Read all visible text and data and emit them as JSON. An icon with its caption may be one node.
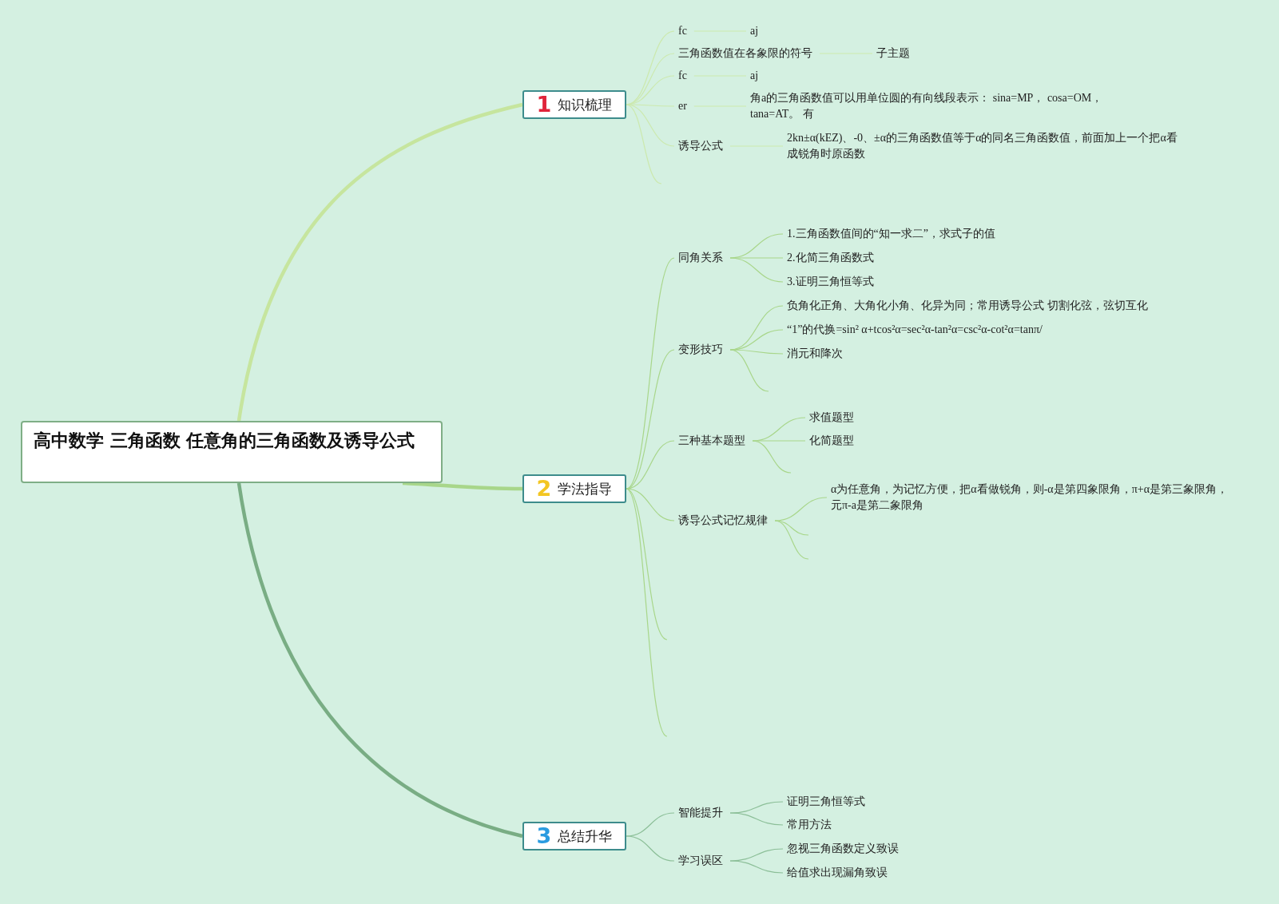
{
  "diagram": {
    "nodes": [
      {
        "text": [
          "高中数学 三角函数 任意角的三角函数及诱导公式"
        ]
      },
      {
        "text": [
          "1",
          "知识梳理"
        ]
      },
      {
        "text": [
          "fc"
        ]
      },
      {
        "text": [
          "aj"
        ]
      },
      {
        "text": [
          "三角函数值在各象限的符号"
        ]
      },
      {
        "text": [
          "子主题"
        ]
      },
      {
        "text": [
          "fc"
        ]
      },
      {
        "text": [
          "aj"
        ]
      },
      {
        "text": [
          "er"
        ]
      },
      {
        "text": [
          "角a的三角函数值可以用单位圆的有向线段表示： sina=MP， cosa=OM，tana=AT。 有"
        ]
      },
      {
        "text": [
          "诱导公式"
        ]
      },
      {
        "text": [
          "2kn±α(kEZ)、-0、±α的三角函数值等于α的同名三角函数值，前面加上一个把α看成锐角时原函数"
        ]
      },
      {
        "text": [
          "2",
          "学法指导"
        ]
      },
      {
        "text": [
          "同角关系"
        ]
      },
      {
        "text": [
          "1.三角函数值间的“知一求二”，求式子的值"
        ]
      },
      {
        "text": [
          "2.化简三角函数式"
        ]
      },
      {
        "text": [
          "3.证明三角恒等式"
        ]
      },
      {
        "text": [
          "变形技巧"
        ]
      },
      {
        "text": [
          "负角化正角、大角化小角、化异为同；常用诱导公式 切割化弦，弦切互化"
        ]
      },
      {
        "text": [
          "“1”的代换=sin² α+tcos²α=sec²α-tan²α=csc²α-cot²α=tanπ/"
        ]
      },
      {
        "text": [
          "消元和降次"
        ]
      },
      {
        "text": [
          "三种基本题型"
        ]
      },
      {
        "text": [
          "求值题型"
        ]
      },
      {
        "text": [
          "化简题型"
        ]
      },
      {
        "text": [
          "诱导公式记忆规律"
        ]
      },
      {
        "text": [
          "α为任意角，为记忆方便，把α看做锐角，则-α是第四象限角，π+α是第三象限角，元π-a是第二象限角"
        ]
      },
      {
        "text": [
          "3",
          "总结升华"
        ]
      },
      {
        "text": [
          "智能提升"
        ]
      },
      {
        "text": [
          "证明三角恒等式"
        ]
      },
      {
        "text": [
          "常用方法"
        ]
      },
      {
        "text": [
          "学习误区"
        ]
      },
      {
        "text": [
          "忽视三角函数定义致误"
        ]
      },
      {
        "text": [
          "给值求出现漏角致误"
        ]
      }
    ],
    "edges": [
      {
        "from": 0,
        "to": 1,
        "arrow": "none",
        "style": "thick",
        "color": "#c6e59e"
      },
      {
        "from": 0,
        "to": 12,
        "arrow": "none",
        "style": "thick"
      },
      {
        "from": 0,
        "to": 26,
        "arrow": "none",
        "style": "thick",
        "color": "#79ad84"
      },
      {
        "from": 1,
        "to": 2,
        "arrow": "none",
        "color": "#cce9ae"
      },
      {
        "from": 2,
        "to": 3,
        "arrow": "none",
        "color": "#cce9ae"
      },
      {
        "from": 1,
        "to": 4,
        "arrow": "none",
        "color": "#cce9ae"
      },
      {
        "from": 4,
        "to": 5,
        "arrow": "none",
        "color": "#cce9ae"
      },
      {
        "from": 1,
        "to": 6,
        "arrow": "none",
        "color": "#cce9ae"
      },
      {
        "from": 6,
        "to": 7,
        "arrow": "none",
        "color": "#cce9ae"
      },
      {
        "from": 1,
        "to": 8,
        "arrow": "none",
        "color": "#cce9ae"
      },
      {
        "from": 8,
        "to": 9,
        "arrow": "none",
        "color": "#cce9ae"
      },
      {
        "from": 1,
        "to": 10,
        "arrow": "none",
        "color": "#cce9ae"
      },
      {
        "from": 10,
        "to": 11,
        "arrow": "none",
        "color": "#cce9ae"
      },
      {
        "from": 1,
        "to": null,
        "arrow": "none",
        "color": "#cce9ae"
      },
      {
        "from": 12,
        "to": 13,
        "arrow": "none"
      },
      {
        "from": 13,
        "to": 14,
        "arrow": "none"
      },
      {
        "from": 13,
        "to": 15,
        "arrow": "none"
      },
      {
        "from": 13,
        "to": 16,
        "arrow": "none"
      },
      {
        "from": 12,
        "to": 17,
        "arrow": "none"
      },
      {
        "from": 17,
        "to": 18,
        "arrow": "none"
      },
      {
        "from": 17,
        "to": 19,
        "arrow": "none"
      },
      {
        "from": 17,
        "to": 20,
        "arrow": "none"
      },
      {
        "from": 17,
        "to": null,
        "arrow": "none"
      },
      {
        "from": 12,
        "to": 21,
        "arrow": "none"
      },
      {
        "from": 21,
        "to": 22,
        "arrow": "none"
      },
      {
        "from": 21,
        "to": 23,
        "arrow": "none"
      },
      {
        "from": 21,
        "to": null,
        "arrow": "none"
      },
      {
        "from": 12,
        "to": 24,
        "arrow": "none"
      },
      {
        "from": 24,
        "to": 25,
        "arrow": "none"
      },
      {
        "from": 24,
        "to": null,
        "arrow": "none"
      },
      {
        "from": 24,
        "to": null,
        "arrow": "none"
      },
      {
        "from": 12,
        "to": null,
        "arrow": "none"
      },
      {
        "from": 12,
        "to": null,
        "arrow": "none"
      },
      {
        "from": 26,
        "to": 27,
        "arrow": "none",
        "color": "#8cbf98"
      },
      {
        "from": 27,
        "to": 28,
        "arrow": "none",
        "color": "#8cbf98"
      },
      {
        "from": 27,
        "to": 29,
        "arrow": "none",
        "color": "#8cbf98"
      },
      {
        "from": 26,
        "to": 30,
        "arrow": "none",
        "color": "#8cbf98"
      },
      {
        "from": 30,
        "to": 31,
        "arrow": "none",
        "color": "#8cbf98"
      },
      {
        "from": 30,
        "to": 32,
        "arrow": "none",
        "color": "#8cbf98"
      }
    ]
  }
}
